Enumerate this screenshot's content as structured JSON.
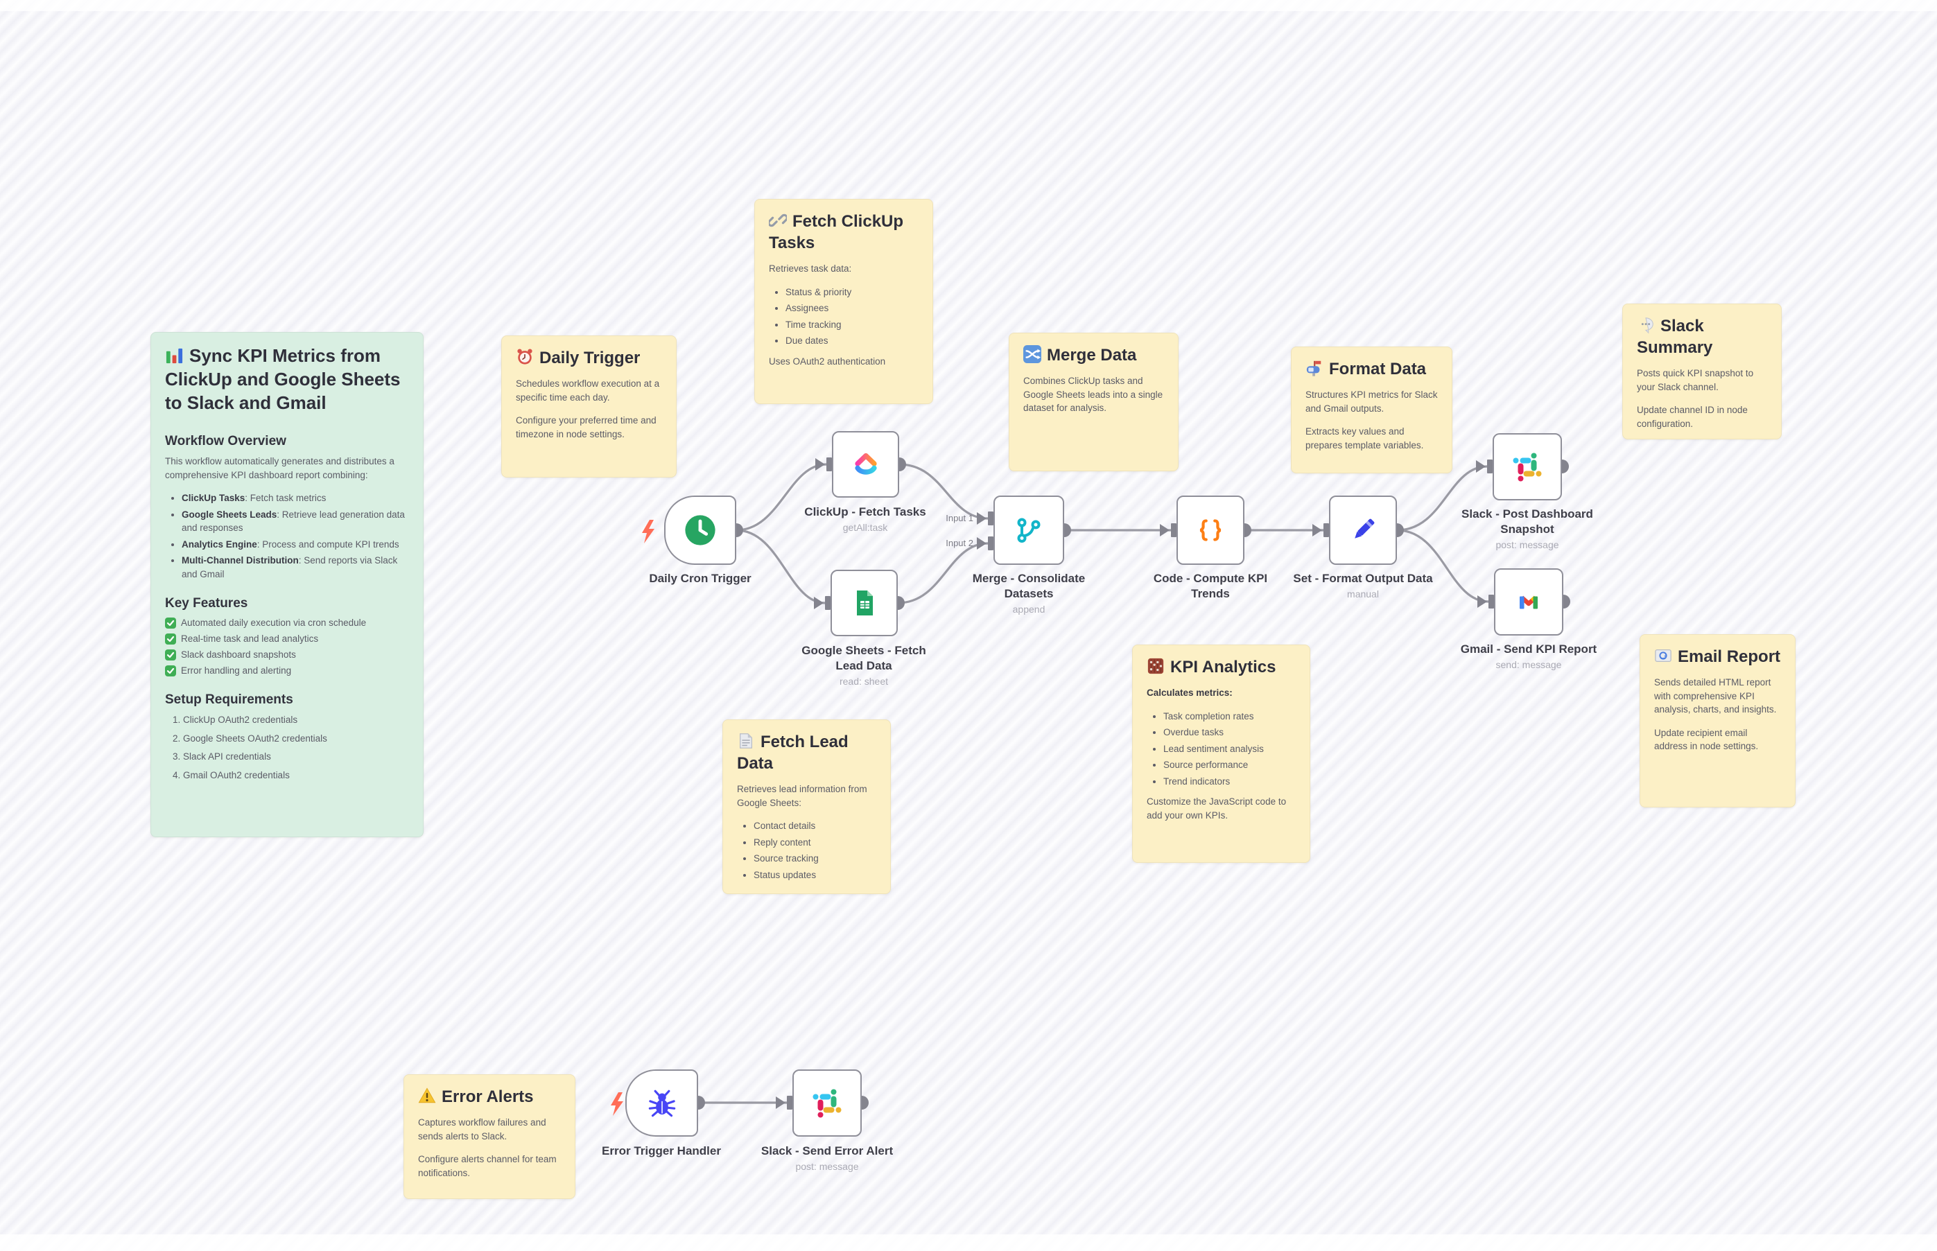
{
  "canvas": {
    "background_stripe_light": "#fdfdfe",
    "background_stripe_dark": "#f0f0f6",
    "note_yellow": "#fcf0c6",
    "note_green": "#d9efe2",
    "connector_color": "#9a9aa3",
    "trigger_bolt_color": "#ff6d57"
  },
  "sticky_notes": {
    "overview": {
      "icon": "bar-chart-icon",
      "title": "Sync KPI Metrics from ClickUp and Google Sheets to Slack and Gmail",
      "sections": {
        "workflow_overview": {
          "heading": "Workflow Overview",
          "intro": "This workflow automatically generates and distributes a comprehensive KPI dashboard report combining:",
          "bullets": [
            {
              "b": "ClickUp Tasks",
              "t": ": Fetch task metrics"
            },
            {
              "b": "Google Sheets Leads",
              "t": ": Retrieve lead generation data and responses"
            },
            {
              "b": "Analytics Engine",
              "t": ": Process and compute KPI trends"
            },
            {
              "b": "Multi-Channel Distribution",
              "t": ": Send reports via Slack and Gmail"
            }
          ]
        },
        "key_features": {
          "heading": "Key Features",
          "check_icon": "green-check-icon",
          "items": [
            "Automated daily execution via cron schedule",
            "Real-time task and lead analytics",
            "Slack dashboard snapshots",
            "Error handling and alerting"
          ]
        },
        "setup_requirements": {
          "heading": "Setup Requirements",
          "items": [
            "ClickUp OAuth2 credentials",
            "Google Sheets OAuth2 credentials",
            "Slack API credentials",
            "Gmail OAuth2 credentials"
          ]
        }
      }
    },
    "daily_trigger": {
      "icon": "alarm-clock-icon",
      "title": "Daily Trigger",
      "para1": "Schedules workflow execution at a specific time each day.",
      "para2": "Configure your preferred time and timezone in node settings."
    },
    "fetch_clickup": {
      "icon": "link-icon",
      "title": "Fetch ClickUp Tasks",
      "intro": "Retrieves task data:",
      "bullets": [
        "Status & priority",
        "Assignees",
        "Time tracking",
        "Due dates"
      ],
      "footer": "Uses OAuth2 authentication"
    },
    "merge_data": {
      "icon": "shuffle-icon",
      "title": "Merge Data",
      "para1": "Combines ClickUp tasks and Google Sheets leads into a single dataset for analysis."
    },
    "format_data": {
      "icon": "mailbox-icon",
      "title": "Format Data",
      "para1": "Structures KPI metrics for Slack and Gmail outputs.",
      "para2": "Extracts key values and prepares template variables."
    },
    "slack_summary": {
      "icon": "speech-balloon-icon",
      "title": "Slack Summary",
      "para1": "Posts quick KPI snapshot to your Slack channel.",
      "para2": "Update channel ID in node configuration."
    },
    "kpi_analytics": {
      "icon": "abacus-icon",
      "title": "KPI Analytics",
      "intro": "Calculates metrics:",
      "bullets": [
        "Task completion rates",
        "Overdue tasks",
        "Lead sentiment analysis",
        "Source performance",
        "Trend indicators"
      ],
      "footer": "Customize the JavaScript code to add your own KPIs."
    },
    "fetch_lead": {
      "icon": "document-icon",
      "title": "Fetch Lead Data",
      "intro": "Retrieves lead information from Google Sheets:",
      "bullets": [
        "Contact details",
        "Reply content",
        "Source tracking",
        "Status updates"
      ]
    },
    "email_report": {
      "icon": "email-icon",
      "title": "Email Report",
      "para1": "Sends detailed HTML report with comprehensive KPI analysis, charts, and insights.",
      "para2": "Update recipient email address in node settings."
    },
    "error_alerts": {
      "icon": "warning-icon",
      "title": "Error Alerts",
      "para1": "Captures workflow failures and sends alerts to Slack.",
      "para2": "Configure alerts channel for team notifications."
    }
  },
  "nodes": {
    "daily_cron": {
      "label": "Daily Cron Trigger",
      "icon": "schedule-clock-icon"
    },
    "clickup": {
      "label": "ClickUp - Fetch Tasks",
      "subtitle": "getAll:task",
      "icon": "clickup-logo-icon"
    },
    "gsheets": {
      "label": "Google Sheets - Fetch Lead Data",
      "subtitle": "read: sheet",
      "icon": "google-sheets-icon"
    },
    "merge": {
      "label": "Merge - Consolidate Datasets",
      "subtitle": "append",
      "icon": "merge-branch-icon"
    },
    "code": {
      "label": "Code - Compute KPI Trends",
      "icon": "code-braces-icon"
    },
    "set": {
      "label": "Set - Format Output Data",
      "subtitle": "manual",
      "icon": "pencil-icon"
    },
    "slack_post": {
      "label": "Slack - Post Dashboard Snapshot",
      "subtitle": "post: message",
      "icon": "slack-logo-icon"
    },
    "gmail": {
      "label": "Gmail - Send KPI Report",
      "subtitle": "send: message",
      "icon": "gmail-logo-icon"
    },
    "error_trigger": {
      "label": "Error Trigger Handler",
      "icon": "bug-icon"
    },
    "slack_error": {
      "label": "Slack - Send Error Alert",
      "subtitle": "post: message",
      "icon": "slack-logo-icon"
    }
  },
  "connection_labels": {
    "input1": "Input 1",
    "input2": "Input 2"
  }
}
